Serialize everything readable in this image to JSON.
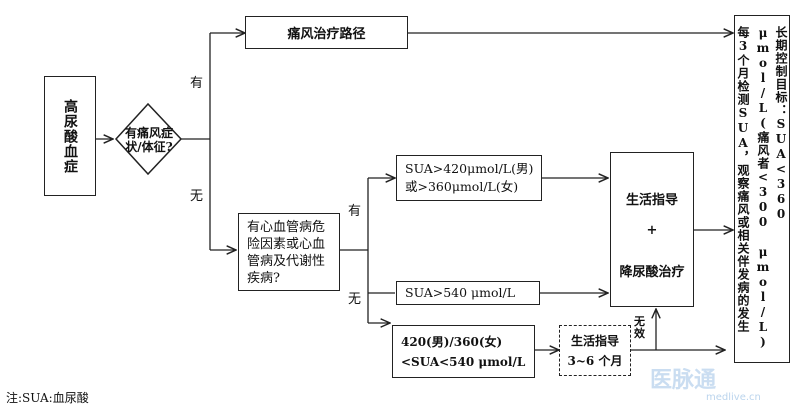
{
  "nodes": {
    "hyperuricemia": "高尿酸血症",
    "gout_question": "有痛风症状/体征?",
    "gout_pathway": "痛风治疗路径",
    "cv_risk": "有心血管病危险因素或心血管病及代谢性疾病?",
    "sua_high": "SUA>420μmol/L(男)或>360μmol/L(女)",
    "sua_540": "SUA>540 μmol/L",
    "sua_range": "420(男)/360(女)<SUA<540 μmol/L",
    "lifestyle_36": "生活指导3~6 个月",
    "lifestyle_top": "生活指导",
    "plus": "+",
    "urate_lowering": "降尿酸治疗",
    "goal_title": "长期控制目标：SUA<360 μmol/L(痛风者<300 μmol/L)",
    "goal_body": "每3个月检测SUA，观察痛风或相关伴发病的发生"
  },
  "edges": {
    "yes_gout": "有",
    "no_gout": "无",
    "yes_cv": "有",
    "no_cv": "无",
    "ineffective": "无效"
  },
  "footnote": "注:SUA:血尿酸",
  "watermark": "医脉通",
  "watermark_url": "medlive.cn"
}
